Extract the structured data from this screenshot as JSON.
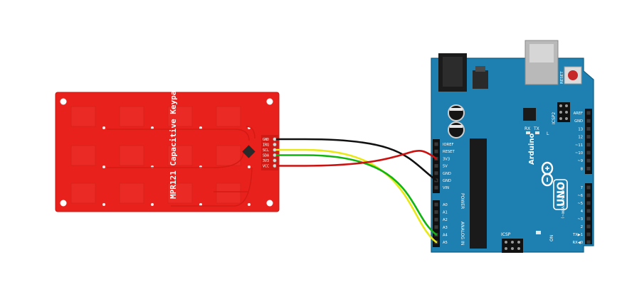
{
  "keypad": {
    "title": "MPR121 Capacitive Keypad",
    "pins": [
      "GND",
      "IRQ",
      "SCL",
      "SDA",
      "3V3",
      "VCC"
    ],
    "color": "#e8211c"
  },
  "arduino": {
    "brand": "Arduino",
    "model": "UNO",
    "reset_label": "RESET",
    "icsp2_label": "ICSP2",
    "icsp_label": "ICSP",
    "on_label": "ON",
    "tx_label": "TX",
    "rx_label": "RX",
    "l_label": "L",
    "power_header_label": "POWER",
    "analog_header_label": "ANALOG IN",
    "digital_header_label": "DIGITAL (PWM~)",
    "power_pins": [
      "IOREF",
      "RESET",
      "3V3",
      "5V",
      "GND",
      "GND",
      "VIN"
    ],
    "analog_pins": [
      "A0",
      "A1",
      "A2",
      "A3",
      "A4",
      "A5"
    ],
    "digital_top_pins": [
      "AREF",
      "GND",
      "13",
      "12",
      "~11",
      "~10",
      "~9",
      "8"
    ],
    "digital_bottom_pins": [
      "7",
      "~6",
      "~5",
      "4",
      "~3",
      "2",
      "TX▶1",
      "RX◀0"
    ],
    "color": "#1e80b0"
  },
  "wires": [
    {
      "from": "GND",
      "to": "GND",
      "color": "#111111"
    },
    {
      "from": "SCL",
      "to": "A5",
      "color": "#e8e815"
    },
    {
      "from": "SDA",
      "to": "A4",
      "color": "#11b511"
    },
    {
      "from": "VCC",
      "to": "3V3",
      "color": "#cc1111"
    }
  ]
}
